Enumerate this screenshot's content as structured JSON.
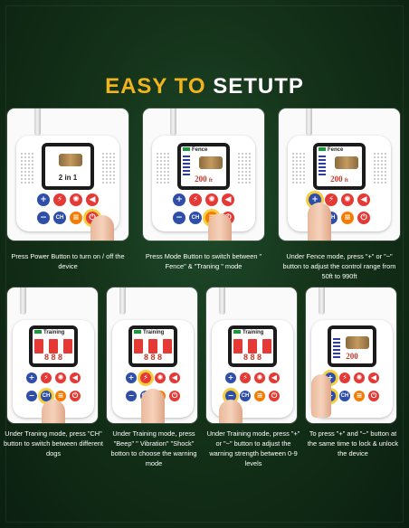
{
  "title": {
    "part1": "EASY TO",
    "part2": "SETUTP"
  },
  "colors": {
    "accent": "#f2b41c",
    "background": "#143219",
    "button_blue": "#2e4ea8",
    "button_red": "#e53935",
    "button_orange": "#f57c00"
  },
  "device": {
    "buttons": {
      "plus": "+",
      "minus": "−",
      "ch": "CH",
      "ch_small": "CH"
    },
    "screens": {
      "power": {
        "text": "2 in 1"
      },
      "fence_mode": {
        "mode": "Fence",
        "value": "200",
        "unit": "ft"
      },
      "training_mode": {
        "mode": "Training",
        "digits": "8 8 8"
      },
      "lock": {
        "value": "200"
      }
    }
  },
  "steps": [
    {
      "caption": "Press Power Button to turn on / off the device"
    },
    {
      "caption": "Press Mode Button to switch between \" Fence\" & \"Traning \" mode"
    },
    {
      "caption": "Under Fence mode, press \"+\" or \"−\" button to adjust the control range from 50ft to 990ft"
    },
    {
      "caption": "Under Traning mode, press \"CH\" button to switch between different dogs"
    },
    {
      "caption": "Under Training mode, press \"Beep\" \" Vibration\" \"Shock\" botton to choose the warning mode"
    },
    {
      "caption": "Under Training mode, press \"+\" or \"−\" button to adjust the warning strength between 0-9 levels"
    },
    {
      "caption": "To press \"+\" and \"−\" button at the same time to lock & unlock the device"
    }
  ]
}
